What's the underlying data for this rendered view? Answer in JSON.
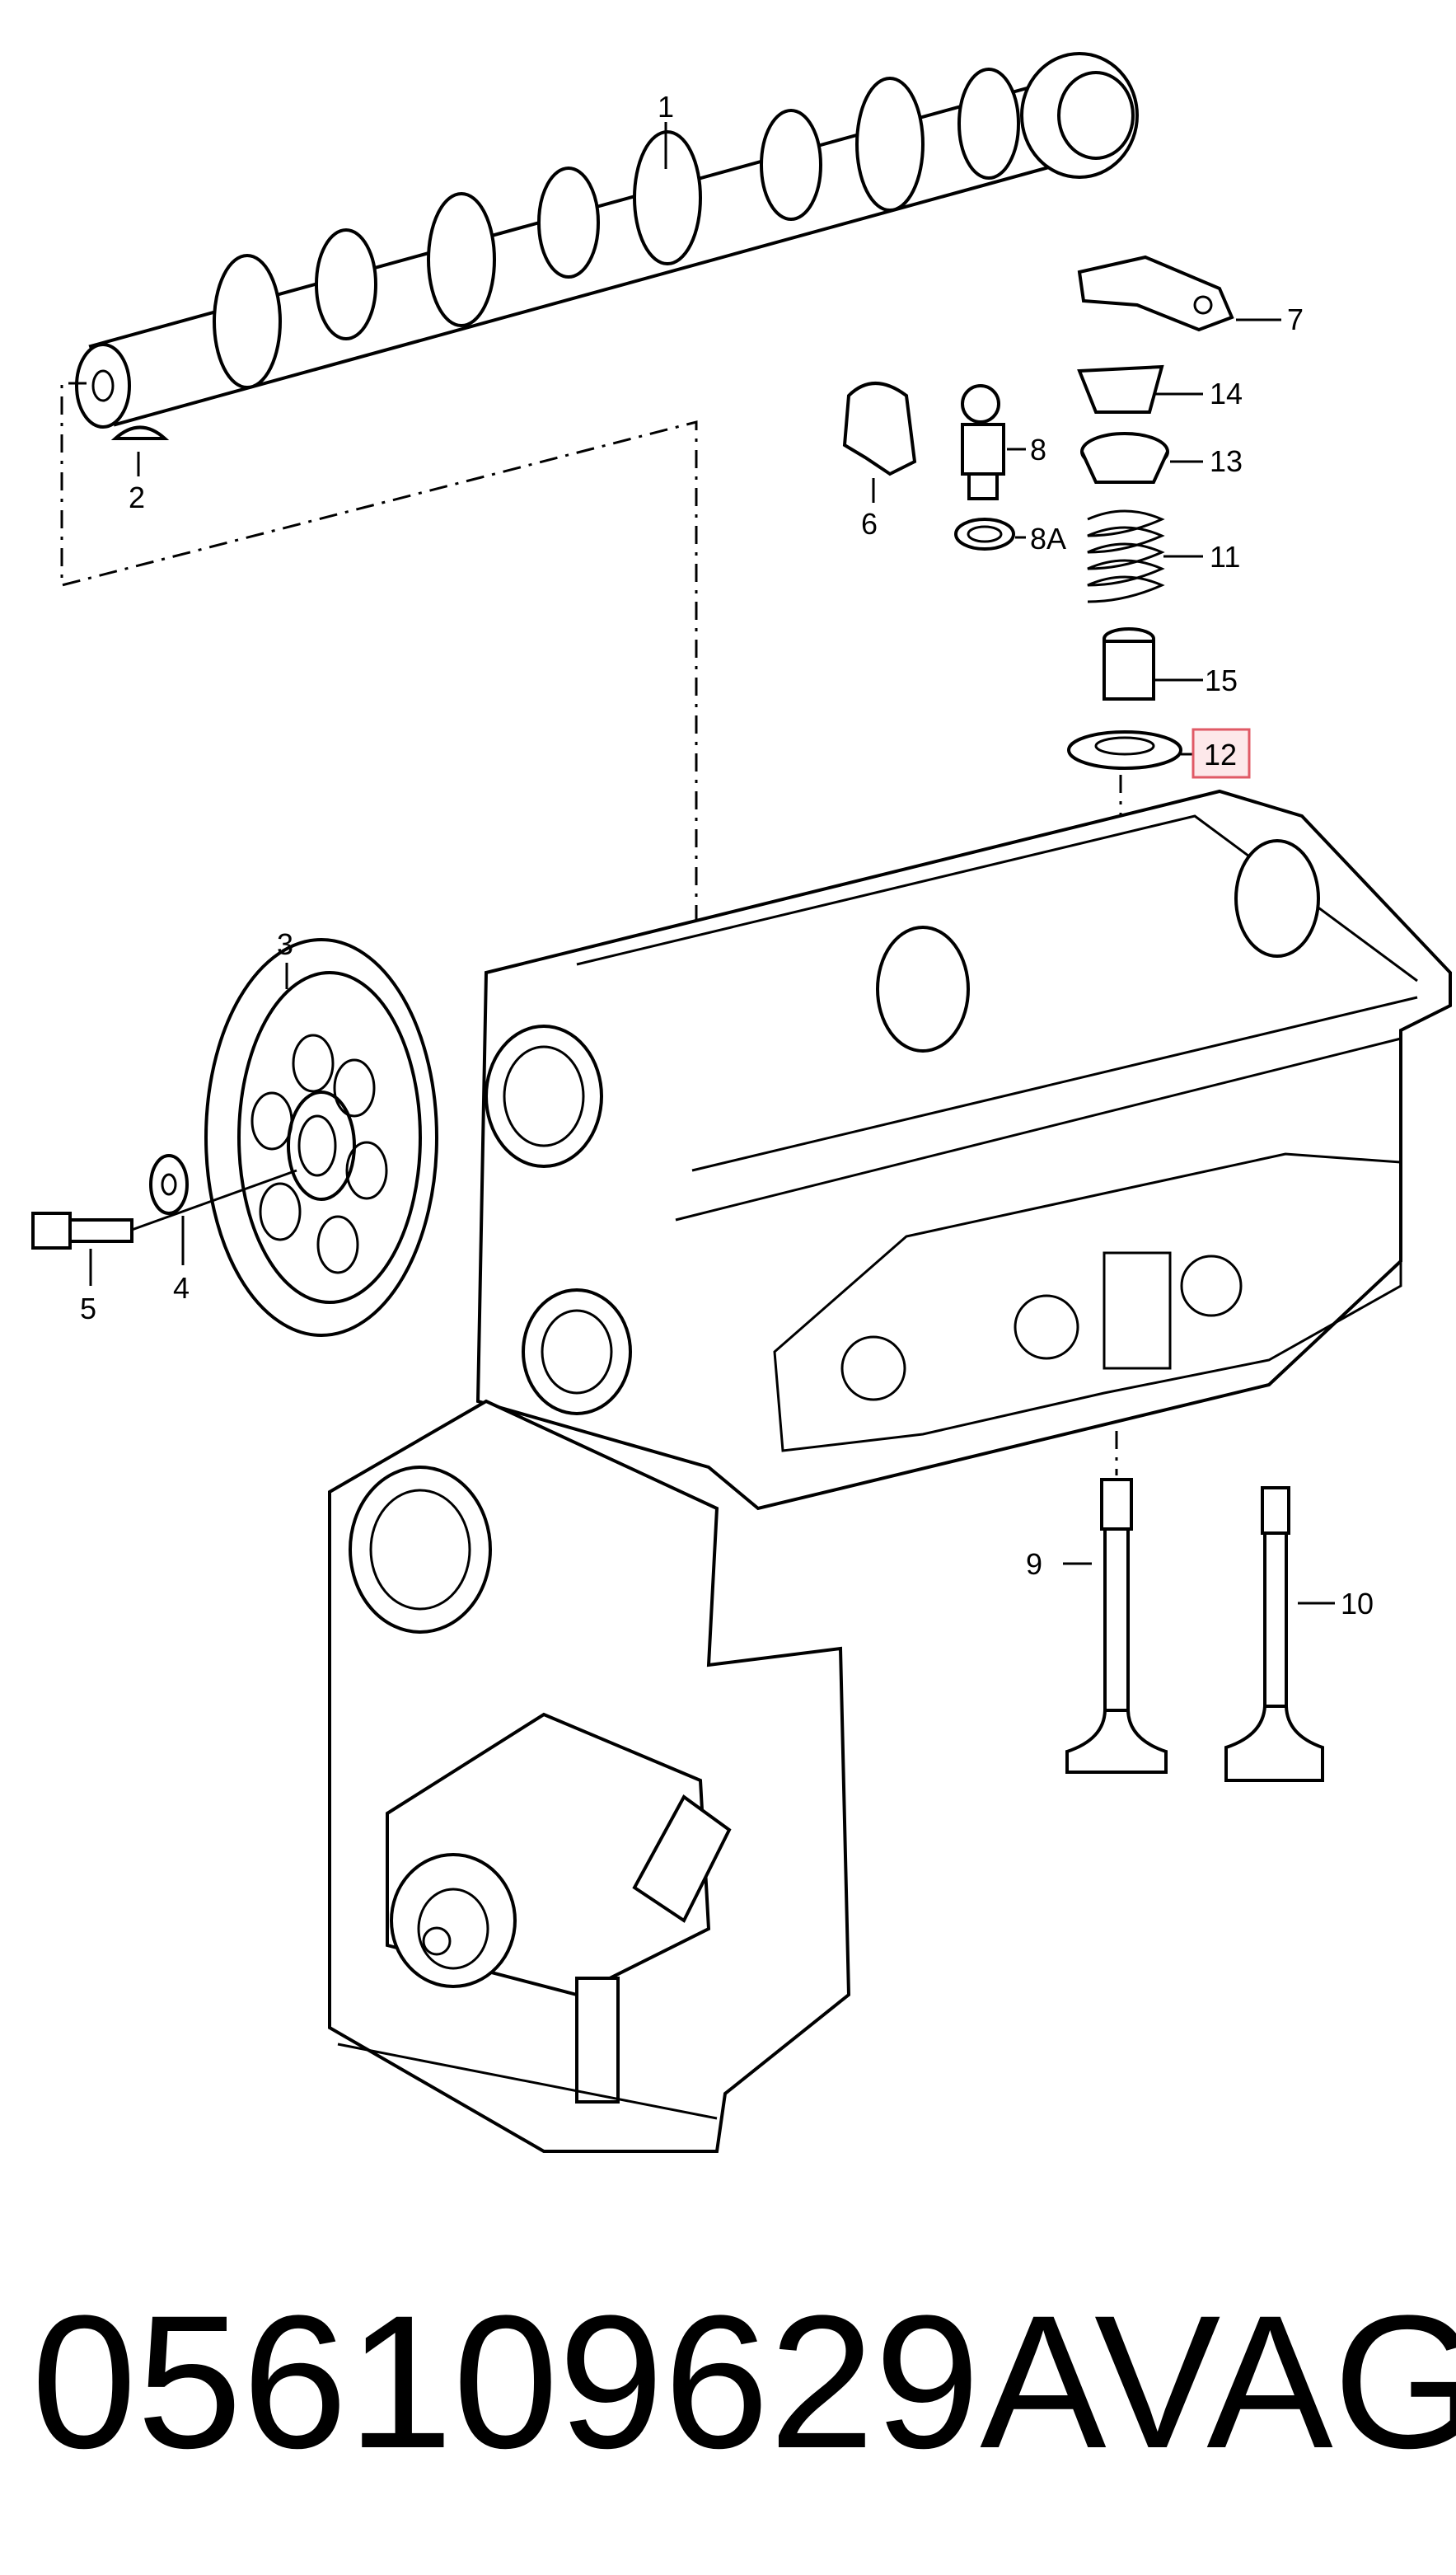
{
  "labels": {
    "p1": "1",
    "p2": "2",
    "p3": "3",
    "p4": "4",
    "p5": "5",
    "p6": "6",
    "p7": "7",
    "p8": "8",
    "p8a": "8A",
    "p9": "9",
    "p10": "10",
    "p11": "11",
    "p12": "12",
    "p13": "13",
    "p14": "14",
    "p15": "15"
  },
  "highlighted_label": "12",
  "highlight_color": "#e05a66",
  "caption": {
    "part_number": "056109629A",
    "brand": "VAG"
  }
}
